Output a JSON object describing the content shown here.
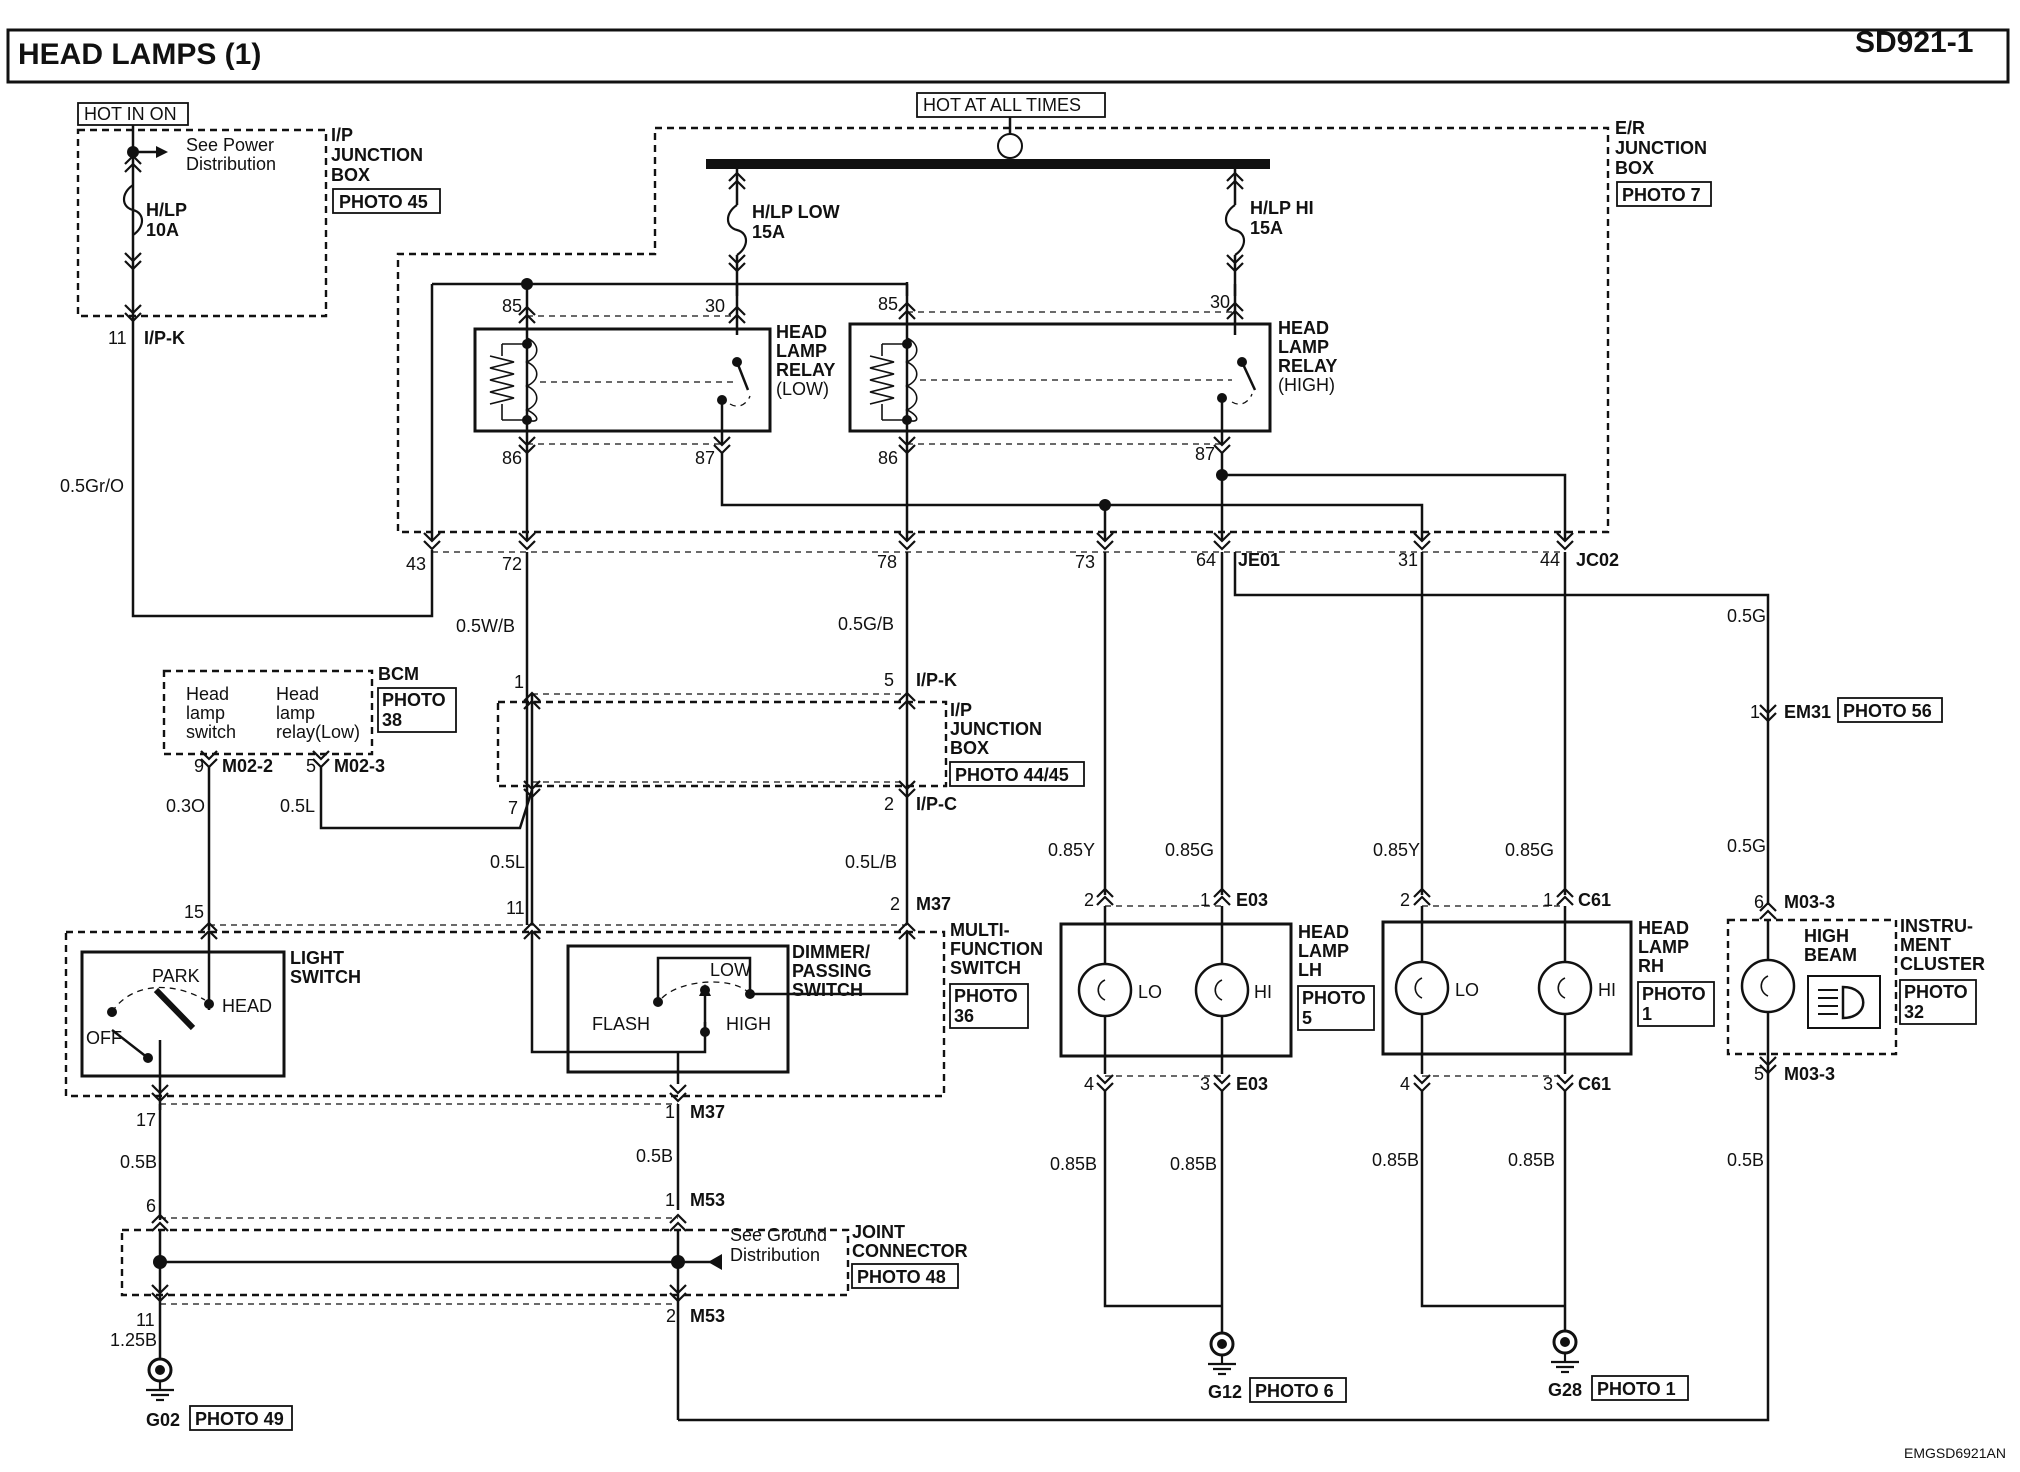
{
  "header": {
    "title": "HEAD LAMPS (1)",
    "code": "SD921-1"
  },
  "footer": {
    "code": "EMGSD6921AN"
  },
  "hot": {
    "on": "HOT IN ON",
    "all_times": "HOT AT ALL TIMES"
  },
  "ip_jb_top": {
    "name_lines": [
      "I/P",
      "JUNCTION",
      "BOX"
    ],
    "photo": "PHOTO 45",
    "see_power": [
      "See Power",
      "Distribution"
    ],
    "fuse": [
      "H/LP",
      "10A"
    ],
    "pin": "11",
    "connector": "I/P-K"
  },
  "er_jb": {
    "name_lines": [
      "E/R",
      "JUNCTION",
      "BOX"
    ],
    "photo": "PHOTO 7",
    "fuse_low": [
      "H/LP LOW",
      "15A"
    ],
    "fuse_hi": [
      "H/LP HI",
      "15A"
    ],
    "relay_low": {
      "name_lines": [
        "HEAD",
        "LAMP",
        "RELAY",
        "(LOW)"
      ],
      "pins": [
        "85",
        "30",
        "86",
        "87"
      ]
    },
    "relay_high": {
      "name_lines": [
        "HEAD",
        "LAMP",
        "RELAY",
        "(HIGH)"
      ],
      "pins": [
        "85",
        "30",
        "86",
        "87"
      ]
    },
    "bottom_pins": [
      "43",
      "72",
      "78",
      "73",
      "64",
      "31",
      "44"
    ],
    "connector_1": "JE01",
    "connector_2": "JC02"
  },
  "wires": {
    "w_05gro": "0.5Gr/O",
    "w_05wb": "0.5W/B",
    "w_05gb": "0.5G/B",
    "w_03o": "0.3O",
    "w_05l_a": "0.5L",
    "w_05l_b": "0.5L",
    "w_05lb": "0.5L/B",
    "w_085y_1": "0.85Y",
    "w_085g_1": "0.85G",
    "w_085y_2": "0.85Y",
    "w_085g_2": "0.85G",
    "w_05g_1": "0.5G",
    "w_05g_2": "0.5G",
    "w_05b_1": "0.5B",
    "w_05b_2": "0.5B",
    "w_125b": "1.25B",
    "w_085b_1": "0.85B",
    "w_085b_2": "0.85B",
    "w_085b_3": "0.85B",
    "w_085b_4": "0.85B",
    "w_05b_3": "0.5B"
  },
  "bcm": {
    "name": "BCM",
    "photo_lines": [
      "PHOTO",
      "38"
    ],
    "col1": [
      "Head",
      "lamp",
      "switch"
    ],
    "col2": [
      "Head",
      "lamp",
      "relay(Low)"
    ],
    "pin1": "9",
    "conn1": "M02-2",
    "pin2": "5",
    "conn2": "M02-3"
  },
  "ip_jb_mid": {
    "name_lines": [
      "I/P",
      "JUNCTION",
      "BOX"
    ],
    "photo": "PHOTO 44/45",
    "pin_a": "1",
    "pin_b": "5",
    "conn_top": "I/P-K",
    "pin_c": "7",
    "pin_d": "2",
    "conn_bottom": "I/P-C"
  },
  "mfs": {
    "name_lines": [
      "MULTI-",
      "FUNCTION",
      "SWITCH"
    ],
    "photo_lines": [
      "PHOTO",
      "36"
    ],
    "pin15": "15",
    "pin11": "11",
    "pin2": "2",
    "conn_top": "M37",
    "light_switch_lines": [
      "LIGHT",
      "SWITCH"
    ],
    "park": "PARK",
    "head": "HEAD",
    "off": "OFF",
    "dimmer_lines": [
      "DIMMER/",
      "PASSING",
      "SWITCH"
    ],
    "low": "LOW",
    "flash": "FLASH",
    "high": "HIGH",
    "pin17": "17",
    "pin1": "1",
    "conn_bottom": "M37"
  },
  "joint": {
    "name_lines": [
      "JOINT",
      "CONNECTOR"
    ],
    "photo": "PHOTO 48",
    "see_ground": [
      "See Ground",
      "Distribution"
    ],
    "pin6": "6",
    "pin1": "1",
    "conn_top": "M53",
    "pin11": "11",
    "pin2": "2",
    "conn_bottom": "M53"
  },
  "grounds": {
    "g02": "G02",
    "g02_photo": "PHOTO 49",
    "g12": "G12",
    "g12_photo": "PHOTO 6",
    "g28": "G28",
    "g28_photo": "PHOTO 1"
  },
  "lamp_lh": {
    "name_lines": [
      "HEAD",
      "LAMP",
      "LH"
    ],
    "photo_lines": [
      "PHOTO",
      "5"
    ],
    "lo": "LO",
    "hi": "HI",
    "pin_top_l": "2",
    "pin_top_r": "1",
    "conn": "E03",
    "pin_bot_l": "4",
    "pin_bot_r": "3",
    "conn_bot": "E03"
  },
  "lamp_rh": {
    "name_lines": [
      "HEAD",
      "LAMP",
      "RH"
    ],
    "photo_lines": [
      "PHOTO",
      "1"
    ],
    "lo": "LO",
    "hi": "HI",
    "pin_top_l": "2",
    "pin_top_r": "1",
    "conn": "C61",
    "pin_bot_l": "4",
    "pin_bot_r": "3",
    "conn_bot": "C61"
  },
  "cluster": {
    "name_lines": [
      "INSTRU-",
      "MENT",
      "CLUSTER"
    ],
    "photo_lines": [
      "PHOTO",
      "32"
    ],
    "high_beam_lines": [
      "HIGH",
      "BEAM"
    ],
    "pin_em31": "1",
    "conn_em31": "EM31",
    "photo_em31": "PHOTO 56",
    "pin_top": "6",
    "conn_top": "M03-3",
    "pin_bot": "5",
    "conn_bot": "M03-3"
  }
}
